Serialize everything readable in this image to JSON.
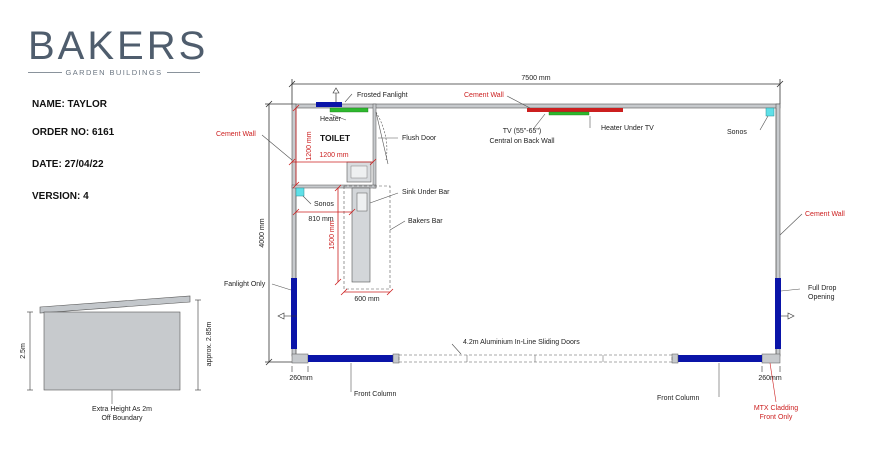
{
  "brand": {
    "name": "BAKERS",
    "tagline": "GARDEN BUILDINGS"
  },
  "order_info": {
    "name": "NAME: TAYLOR",
    "order": "ORDER NO: 6161",
    "date": "DATE: 27/04/22",
    "version": "VERSION: 4"
  },
  "dimensions": {
    "width": "7500 mm",
    "depth": "4000 mm",
    "toilet_depth": "1200 mm",
    "toilet_width": "1200 mm",
    "sink_offset": "810 mm",
    "bar_length": "1500 mm",
    "bar_width": "600 mm",
    "left_column": "260mm",
    "right_column": "260mm",
    "elev_height": "2.5m",
    "elev_approx": "approx. 2.85m"
  },
  "labels": {
    "frosted_fanlight": "Frosted Fanlight",
    "cement_wall_top": "Cement Wall",
    "cement_wall_left": "Cement Wall",
    "cement_wall_right": "Cement Wall",
    "heater": "Heater",
    "toilet": "TOILET",
    "flush_door": "Flush Door",
    "tv": "TV (55\"-65\")",
    "tv_note": "Central on Back Wall",
    "heater_under_tv": "Heater Under TV",
    "sonos_right": "Sonos",
    "sonos_left": "Sonos",
    "sink_under_bar": "Sink Under Bar",
    "bakers_bar": "Bakers Bar",
    "fanlight_only": "Fanlight Only",
    "full_drop": "Full Drop",
    "full_drop_2": "Opening",
    "sliding_doors": "4.2m Aluminium In-Line Sliding Doors",
    "front_column_left": "Front Column",
    "front_column_right": "Front Column",
    "mtx": "MTX Cladding",
    "mtx_2": "Front Only",
    "extra_height": "Extra Height As 2m",
    "extra_height_2": "Off Boundary"
  },
  "colors": {
    "red": "#cc1f1f",
    "blue": "#0a14a8",
    "green": "#2eb82e",
    "cyan": "#5fe0e8",
    "wall": "#c7cacd",
    "line": "#333333"
  }
}
